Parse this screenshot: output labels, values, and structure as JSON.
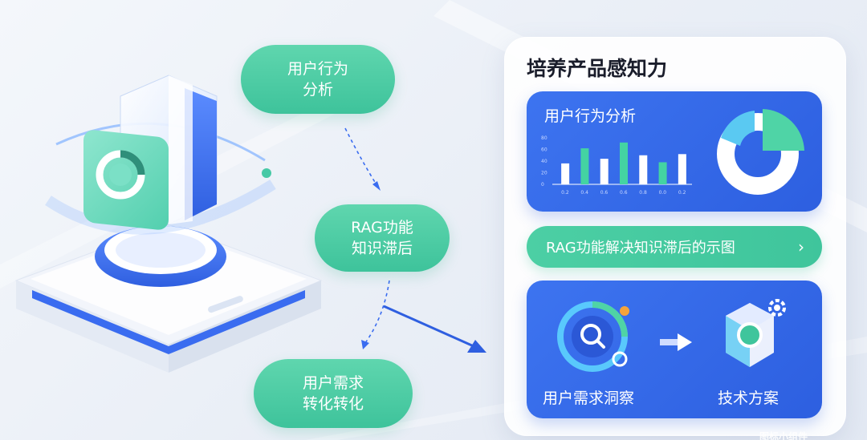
{
  "left": {
    "pills": [
      {
        "line1": "用户行为",
        "line2": "分析"
      },
      {
        "line1": "RAG功能",
        "line2": "知识滞后"
      },
      {
        "line1": "用户需求",
        "line2": "转化转化"
      }
    ]
  },
  "panel": {
    "title": "培养产品感知力",
    "analytics_card": {
      "title": "用户行为分析",
      "y_ticks": [
        "80",
        "60",
        "40",
        "20",
        "0"
      ],
      "x_ticks": [
        "0.2",
        "0.4",
        "0.6",
        "0.6",
        "0.8",
        "0.0",
        "0.2"
      ]
    },
    "rag_bar": {
      "label": "RAG功能解决知识滞后的示图",
      "chevron": "›"
    },
    "flow_card": {
      "from_label": "用户需求洞察",
      "to_label": "技术方案"
    }
  },
  "colors": {
    "accent_green": "#44c99f",
    "accent_blue": "#3267e6",
    "panel_bg": "#ffffff",
    "donut_light": "#5ac9f2"
  },
  "chart_data": {
    "type": "bar",
    "categories": [
      "0.2",
      "0.4",
      "0.6",
      "0.6",
      "0.8",
      "0.0",
      "0.2"
    ],
    "values": [
      36,
      62,
      44,
      72,
      50,
      38,
      52
    ],
    "ylim": [
      0,
      80
    ],
    "series_colors": [
      "#ffffff",
      "#44d3a2",
      "#ffffff",
      "#44d3a2",
      "#ffffff",
      "#44d3a2",
      "#ffffff"
    ]
  },
  "footer": {
    "text": "图标小组件"
  }
}
